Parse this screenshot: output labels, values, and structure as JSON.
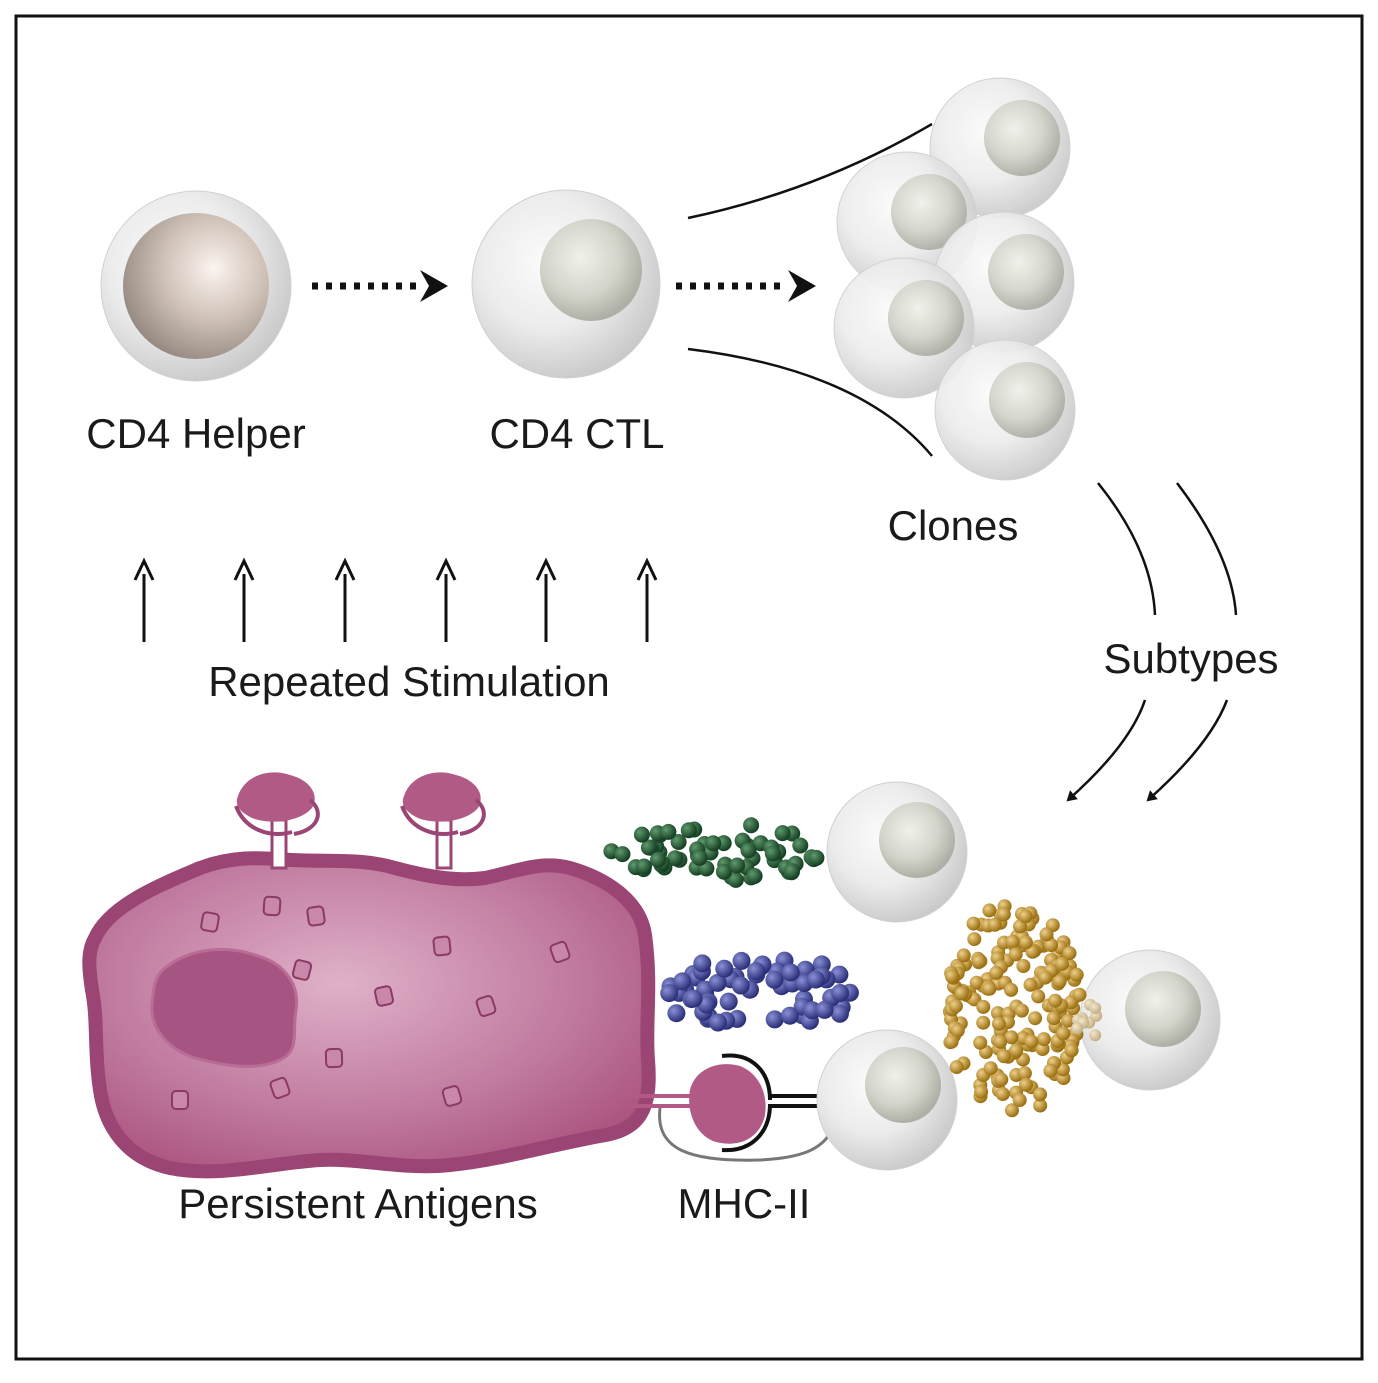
{
  "labels": {
    "cd4_helper": "CD4 Helper",
    "cd4_ctl": "CD4 CTL",
    "clones": "Clones",
    "subtypes": "Subtypes",
    "repeated_stimulation": "Repeated Stimulation",
    "persistent_antigens": "Persistent Antigens",
    "mhc_ii": "MHC-II"
  },
  "colors": {
    "cell_membrane": "#e2e2e2",
    "cell_nucleus": "#d4d6cd",
    "helper_nucleus": "#c7bab0",
    "antigen_cell": "#b25a86",
    "antigen_cell_edge": "#93406a",
    "granule_green": "#1e5a32",
    "granule_blue": "#3a3f94",
    "granule_gold": "#b8891f",
    "frame": "#111111"
  }
}
